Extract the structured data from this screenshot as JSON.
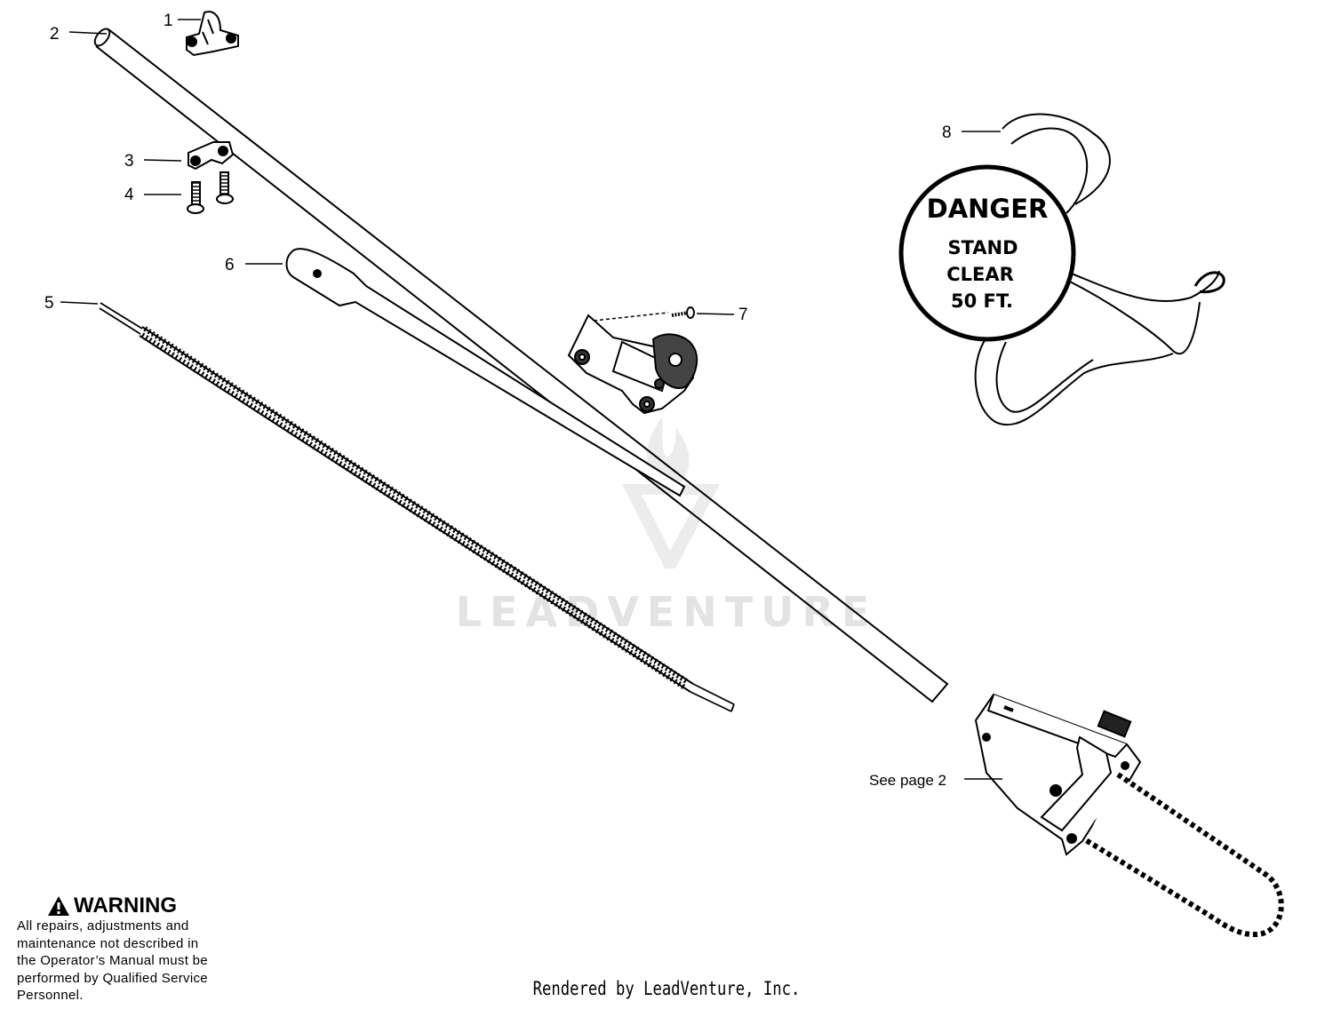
{
  "callouts": [
    {
      "id": "1",
      "label": "1"
    },
    {
      "id": "2",
      "label": "2"
    },
    {
      "id": "3",
      "label": "3"
    },
    {
      "id": "4",
      "label": "4"
    },
    {
      "id": "5",
      "label": "5"
    },
    {
      "id": "6",
      "label": "6"
    },
    {
      "id": "7",
      "label": "7"
    },
    {
      "id": "8",
      "label": "8"
    }
  ],
  "see_page_label": "See page 2",
  "danger_sign": {
    "title": "DANGER",
    "line1": "STAND",
    "line2": "CLEAR",
    "line3": "50 FT."
  },
  "watermark": "LEADVENTURE",
  "warning": {
    "title": "WARNING",
    "line1": "All repairs, adjustments and",
    "line2": "maintenance not described in",
    "line3": "the Operator’s Manual must be",
    "line4": "performed by Qualified Service",
    "line5": "Personnel."
  },
  "footer": "Rendered by LeadVenture, Inc."
}
